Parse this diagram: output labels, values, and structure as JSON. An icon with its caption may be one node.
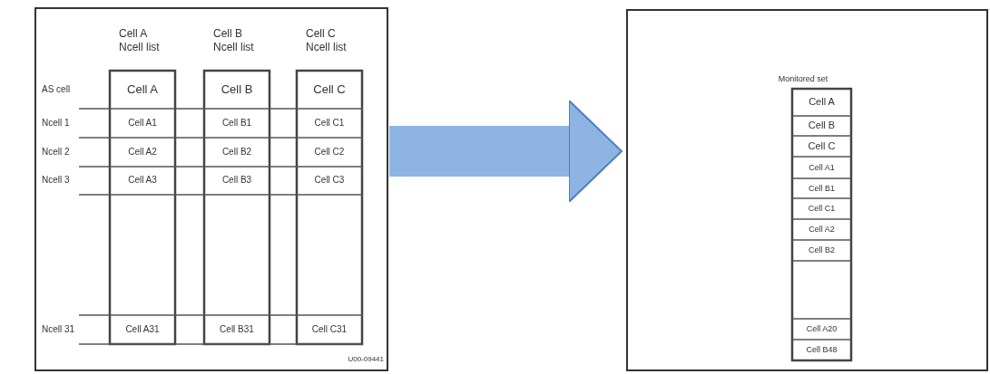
{
  "diagram": {
    "nodes": [
      {
        "text": [],
        "shape": "box"
      },
      {
        "text": [],
        "shape": "box"
      }
    ],
    "edges": [
      {
        "from": 0,
        "to": 1,
        "arrow": "to"
      }
    ],
    "labels": [
      "Cell A Ncell list",
      "Cell B Ncell list",
      "Cell C Ncell list",
      "AS cell",
      "Cell A",
      "Cell B",
      "Cell C",
      "Ncell 1",
      "Cell A1",
      "Cell B1",
      "Cell C1",
      "Ncell 2",
      "Cell A2",
      "Cell B2",
      "Cell C2",
      "Ncell 3",
      "Cell A3",
      "Cell B3",
      "Cell C3",
      "Ncell 31",
      "Cell A31",
      "Cell B31",
      "Cell C31",
      "U00-09441",
      "Monitored set",
      "Cell A",
      "Cell B",
      "Cell C",
      "Cell A1",
      "Cell B1",
      "Cell C1",
      "Cell A2",
      "Cell B2",
      "Cell A20",
      "Cell B48"
    ]
  }
}
